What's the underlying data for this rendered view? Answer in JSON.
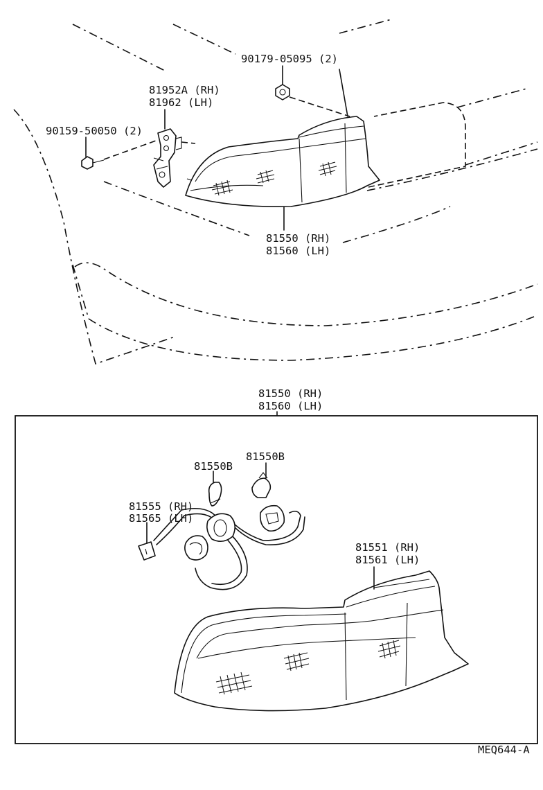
{
  "diagram": {
    "code": "MEQ644-A",
    "top_view": {
      "labels": {
        "nut": "90179-05095 (2)",
        "bracket_rh": "81952A (RH)",
        "bracket_lh": "81962  (LH)",
        "screw": "90159-50050 (2)",
        "lamp_rh": "81550 (RH)",
        "lamp_lh": "81560 (LH)"
      }
    },
    "detail_view": {
      "labels": {
        "assembly_rh": "81550 (RH)",
        "assembly_lh": "81560 (LH)",
        "bulb_a": "81550B",
        "bulb_b": "81550B",
        "socket_rh": "81555 (RH)",
        "socket_lh": "81565 (LH)",
        "lens_rh": "81551 (RH)",
        "lens_lh": "81561 (LH)"
      }
    }
  }
}
